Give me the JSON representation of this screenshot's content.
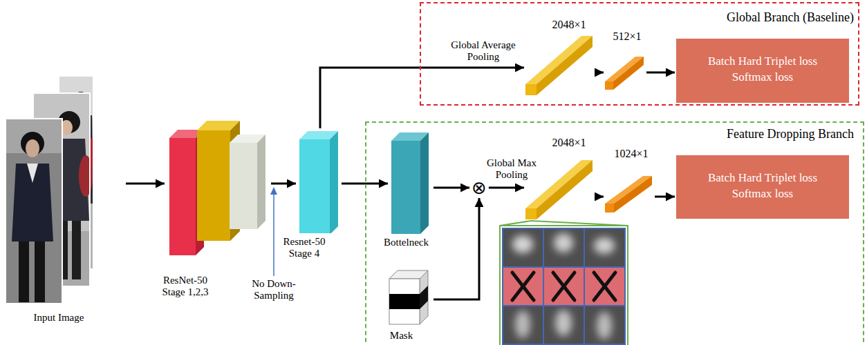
{
  "diagram": {
    "nodes": [
      {
        "text": [
          "Input Image"
        ]
      },
      {
        "text": [
          "ResNet-50 Stage 1,2,3"
        ]
      },
      {
        "text": [
          "Resnet-50 Stage 4"
        ]
      },
      {
        "text": [
          "Global Branch (Baseline)"
        ]
      },
      {
        "text": [
          "2048×1"
        ],
        "in": 3
      },
      {
        "text": [
          "512×1"
        ],
        "in": 3
      },
      {
        "text": [
          "Batch Hard Triplet loss",
          "Softmax loss"
        ],
        "in": 3
      },
      {
        "text": [
          "Feature Dropping Branch"
        ]
      },
      {
        "text": [
          "Bottelneck"
        ],
        "in": 7
      },
      {
        "text": [
          "Mask"
        ],
        "in": 7
      },
      {
        "text": [
          "⊗"
        ],
        "in": 7
      },
      {
        "text": [
          "2048×1"
        ],
        "in": 7
      },
      {
        "text": [
          "1024×1"
        ],
        "in": 7
      },
      {
        "text": [
          "Batch Hard Triplet loss",
          "Softmax loss"
        ],
        "in": 7
      }
    ],
    "edges": [
      {
        "from": 0,
        "to": 1,
        "arrow": "to"
      },
      {
        "from": 1,
        "to": 2,
        "arrow": "to"
      },
      {
        "from": 2,
        "to": 4,
        "arrow": "to",
        "label": "Global Average Pooling"
      },
      {
        "from": 4,
        "to": 5,
        "arrow": "to"
      },
      {
        "from": 5,
        "to": 6,
        "arrow": "to"
      },
      {
        "from": 2,
        "to": 8,
        "arrow": "to"
      },
      {
        "from": 8,
        "to": 10,
        "arrow": "to"
      },
      {
        "from": 9,
        "to": 10,
        "arrow": "to"
      },
      {
        "from": 10,
        "to": 11,
        "arrow": "to",
        "label": "Global Max Pooling"
      },
      {
        "from": 11,
        "to": 12,
        "arrow": "to"
      },
      {
        "from": 12,
        "to": 13,
        "arrow": "to"
      }
    ],
    "labels": [
      "No Down-Sampling"
    ]
  }
}
